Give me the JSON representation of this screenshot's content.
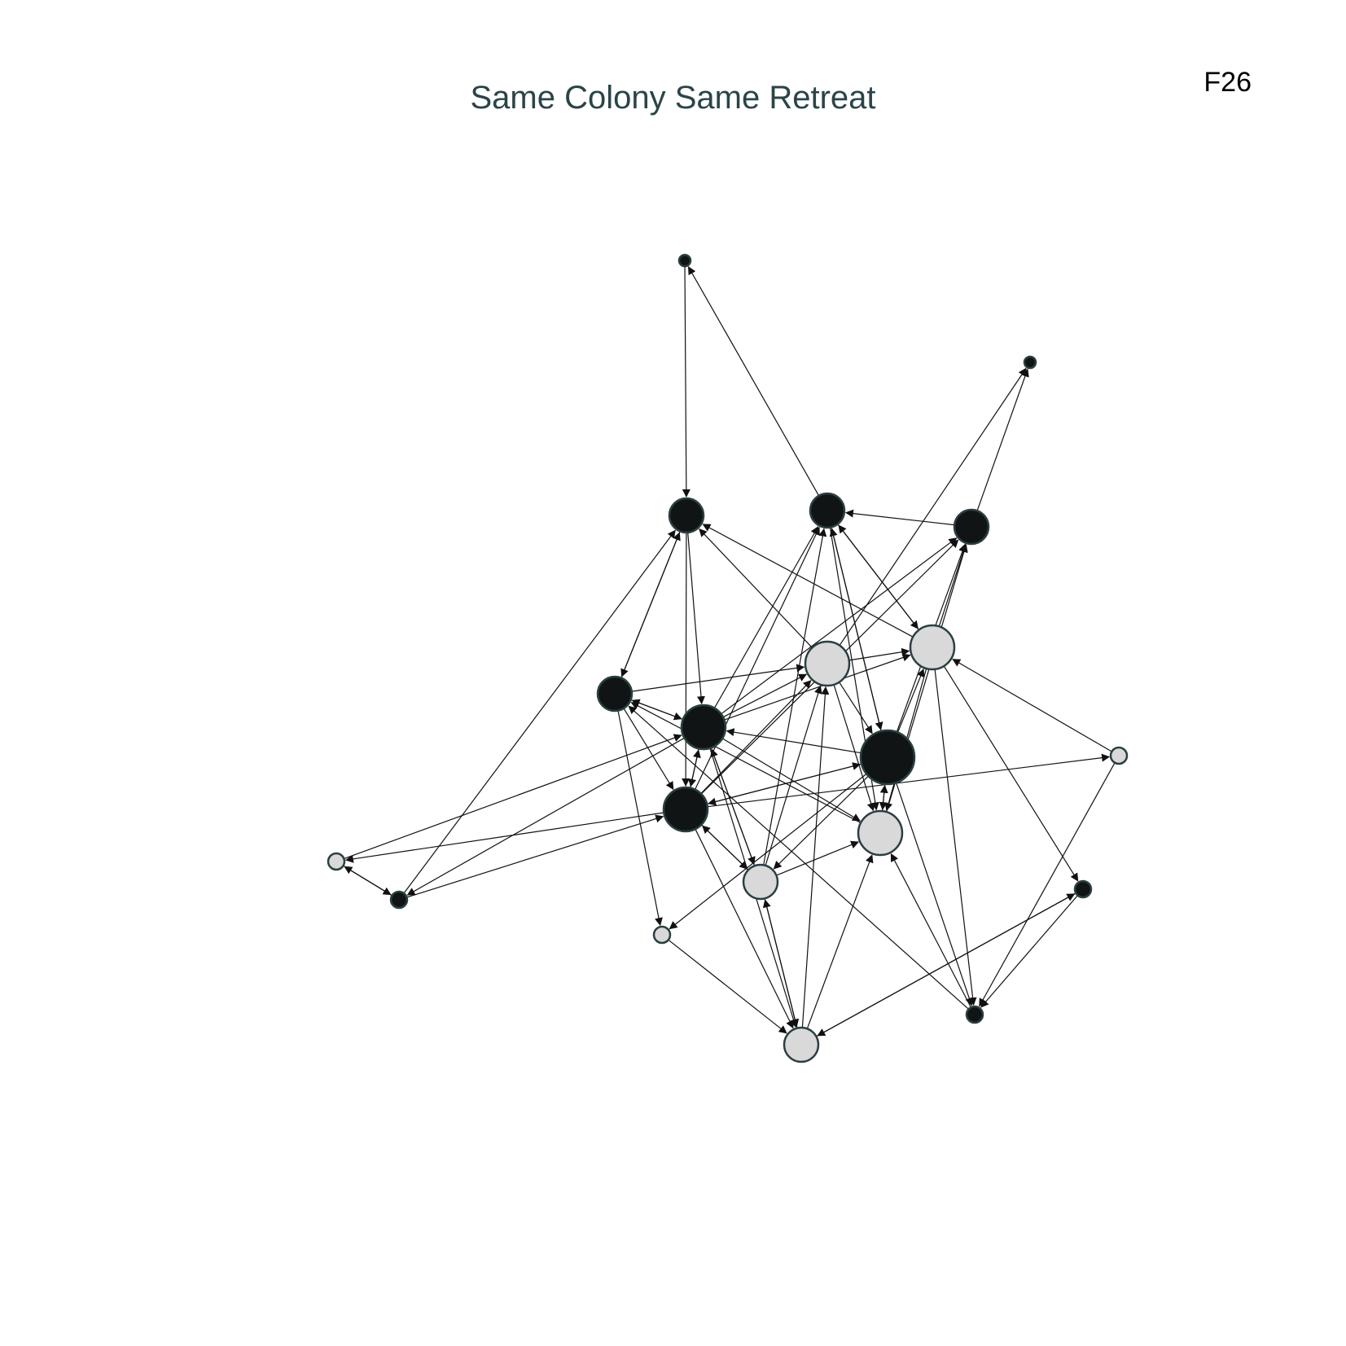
{
  "title": "Same Colony Same Retreat",
  "panel_label": "F26",
  "colors": {
    "node_dark": "#111414",
    "node_light": "#d9d9d9",
    "node_stroke": "#2b3f42",
    "edge": "#111111"
  },
  "network": {
    "nodes": [
      {
        "id": "A",
        "group": "dark",
        "degree": "small"
      },
      {
        "id": "B",
        "group": "dark",
        "degree": "small"
      },
      {
        "id": "C",
        "group": "dark",
        "degree": "medium"
      },
      {
        "id": "D",
        "group": "dark",
        "degree": "medium"
      },
      {
        "id": "E",
        "group": "dark",
        "degree": "medium"
      },
      {
        "id": "F",
        "group": "light",
        "degree": "large"
      },
      {
        "id": "G",
        "group": "light",
        "degree": "large"
      },
      {
        "id": "H",
        "group": "dark",
        "degree": "medium"
      },
      {
        "id": "I",
        "group": "dark",
        "degree": "large"
      },
      {
        "id": "J",
        "group": "dark",
        "degree": "xlarge"
      },
      {
        "id": "K",
        "group": "light",
        "degree": "small"
      },
      {
        "id": "L",
        "group": "dark",
        "degree": "large"
      },
      {
        "id": "M",
        "group": "light",
        "degree": "large"
      },
      {
        "id": "N",
        "group": "light",
        "degree": "small"
      },
      {
        "id": "O",
        "group": "dark",
        "degree": "small"
      },
      {
        "id": "P",
        "group": "light",
        "degree": "medium"
      },
      {
        "id": "Q",
        "group": "dark",
        "degree": "small"
      },
      {
        "id": "R",
        "group": "light",
        "degree": "small"
      },
      {
        "id": "S",
        "group": "dark",
        "degree": "small"
      },
      {
        "id": "T",
        "group": "light",
        "degree": "medium"
      }
    ],
    "edges": [
      [
        "A",
        "C"
      ],
      [
        "D",
        "A"
      ],
      [
        "E",
        "B"
      ],
      [
        "F",
        "B"
      ],
      [
        "C",
        "H"
      ],
      [
        "H",
        "C"
      ],
      [
        "C",
        "I"
      ],
      [
        "C",
        "L"
      ],
      [
        "F",
        "C"
      ],
      [
        "G",
        "C"
      ],
      [
        "O",
        "C"
      ],
      [
        "E",
        "D"
      ],
      [
        "G",
        "D"
      ],
      [
        "J",
        "D"
      ],
      [
        "D",
        "J"
      ],
      [
        "I",
        "D"
      ],
      [
        "L",
        "D"
      ],
      [
        "P",
        "D"
      ],
      [
        "D",
        "G"
      ],
      [
        "D",
        "M"
      ],
      [
        "G",
        "E"
      ],
      [
        "J",
        "E"
      ],
      [
        "L",
        "E"
      ],
      [
        "M",
        "E"
      ],
      [
        "I",
        "E"
      ],
      [
        "I",
        "F"
      ],
      [
        "H",
        "F"
      ],
      [
        "T",
        "F"
      ],
      [
        "L",
        "F"
      ],
      [
        "P",
        "F"
      ],
      [
        "F",
        "G"
      ],
      [
        "F",
        "J"
      ],
      [
        "F",
        "M"
      ],
      [
        "J",
        "G"
      ],
      [
        "I",
        "G"
      ],
      [
        "K",
        "G"
      ],
      [
        "G",
        "Q"
      ],
      [
        "G",
        "S"
      ],
      [
        "G",
        "M"
      ],
      [
        "H",
        "I"
      ],
      [
        "I",
        "H"
      ],
      [
        "I",
        "L"
      ],
      [
        "L",
        "I"
      ],
      [
        "M",
        "H"
      ],
      [
        "S",
        "H"
      ],
      [
        "H",
        "L"
      ],
      [
        "H",
        "R"
      ],
      [
        "N",
        "I"
      ],
      [
        "P",
        "I"
      ],
      [
        "I",
        "M"
      ],
      [
        "I",
        "O"
      ],
      [
        "I",
        "T"
      ],
      [
        "I",
        "P"
      ],
      [
        "J",
        "I"
      ],
      [
        "J",
        "L"
      ],
      [
        "L",
        "J"
      ],
      [
        "J",
        "P"
      ],
      [
        "J",
        "M"
      ],
      [
        "J",
        "S"
      ],
      [
        "J",
        "R"
      ],
      [
        "M",
        "J"
      ],
      [
        "L",
        "K"
      ],
      [
        "P",
        "L"
      ],
      [
        "L",
        "T"
      ],
      [
        "L",
        "P"
      ],
      [
        "O",
        "L"
      ],
      [
        "L",
        "N"
      ],
      [
        "N",
        "O"
      ],
      [
        "O",
        "N"
      ],
      [
        "P",
        "M"
      ],
      [
        "S",
        "M"
      ],
      [
        "T",
        "M"
      ],
      [
        "P",
        "T"
      ],
      [
        "T",
        "P"
      ],
      [
        "R",
        "T"
      ],
      [
        "T",
        "Q"
      ],
      [
        "Q",
        "T"
      ],
      [
        "K",
        "S"
      ],
      [
        "Q",
        "S"
      ]
    ]
  }
}
